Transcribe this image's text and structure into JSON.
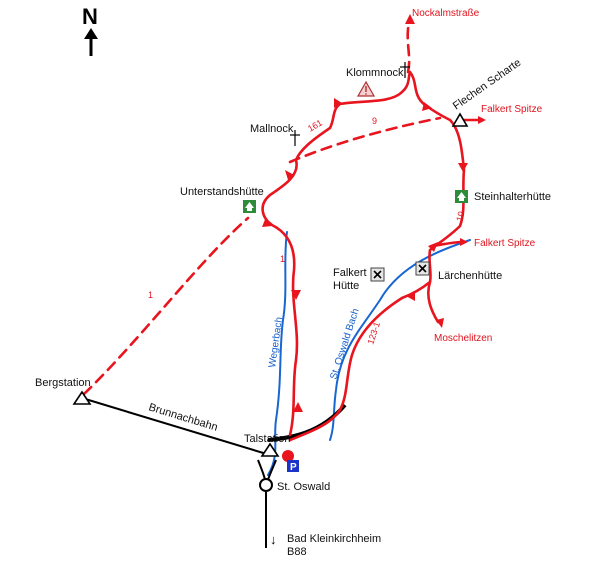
{
  "compass": {
    "letter": "N"
  },
  "places": {
    "nockalmstrasse": "Nockalmstraße",
    "klommnock": "Klommnock",
    "flechen_scharte": "Flechen Scharte",
    "falkert_spitze_1": "Falkert Spitze",
    "mallnock": "Mallnock",
    "unterstandshuette": "Unterstandshütte",
    "steinhalterhuette": "Steinhalterhütte",
    "falkert_spitze_2": "Falkert Spitze",
    "falkert_huette_1": "Falkert",
    "falkert_huette_2": "Hütte",
    "laerchenhuette": "Lärchenhütte",
    "moschelitzen": "Moschelitzen",
    "bergstation": "Bergstation",
    "brunnachbahn": "Brunnachbahn",
    "talstation": "Talstation",
    "st_oswald": "St. Oswald",
    "bad_kleinkirchheim": "Bad Kleinkirchheim",
    "b88": "B88",
    "parking": "P"
  },
  "streams": {
    "wegerbach": "Wegerbach",
    "st_oswald_bach": "St. Oswald Bach"
  },
  "trail_numbers": {
    "t161": "161",
    "t9": "9",
    "t10": "10",
    "t1a": "1",
    "t1b": "1",
    "t123": "123-1"
  },
  "colors": {
    "route": "#e8141e",
    "stream": "#1866d0",
    "hut": "#2e8b3a",
    "parking": "#1a33c8"
  }
}
